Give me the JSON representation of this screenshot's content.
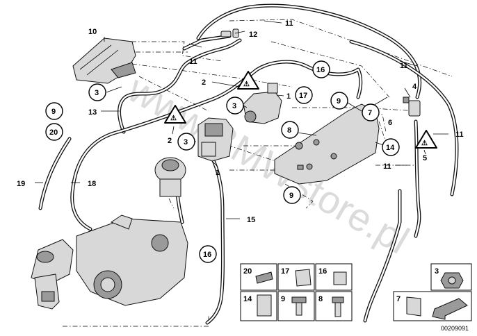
{
  "callouts": {
    "c1a": "1",
    "c1b": "1",
    "c2a": "2",
    "c2b": "2",
    "c3a": "3",
    "c3b": "3",
    "c3c": "3",
    "c4": "4",
    "c5": "5",
    "c6": "6",
    "c7a": "7",
    "c8a": "8",
    "c9a": "9",
    "c9b": "9",
    "c9c": "9",
    "c10": "10",
    "c11a": "11",
    "c11b": "11",
    "c11c": "11",
    "c11d": "11",
    "c11e": "11",
    "c12": "12",
    "c13": "13",
    "c14a": "14",
    "c15": "15",
    "c16a": "16",
    "c16b": "16",
    "c17a": "17",
    "c18": "18",
    "c19": "19",
    "c20a": "20"
  },
  "legend": {
    "c20": "20",
    "c17": "17",
    "c16": "16",
    "c3": "3",
    "c14": "14",
    "c9": "9",
    "c8": "8",
    "c7": "7"
  },
  "warning_symbol": "warning-triangle-icon",
  "watermark": "www.BMWstore.pl",
  "diagram_code": "00209091"
}
